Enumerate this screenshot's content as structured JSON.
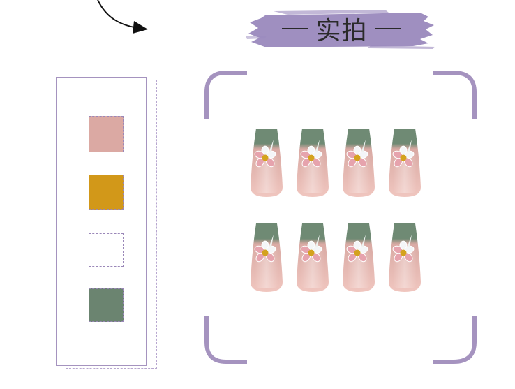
{
  "header": {
    "title": "实拍",
    "title_dash": "—"
  },
  "colors": {
    "accent": "#a593bf",
    "brush": "#9a89bd",
    "swatches": [
      "#dba9a3",
      "#d29819",
      "#ffffff",
      "#6b8470"
    ],
    "nail_green": "#6f8a74",
    "nail_pink": "#eab7b0",
    "flower_center": "#d4a21e",
    "flower_petal": "#f4f6f8",
    "flower_accent": "#e6a3ad"
  },
  "palette": {
    "swatch_names": [
      "dusty-pink",
      "mustard-yellow",
      "white",
      "sage-green"
    ]
  },
  "icons": [
    "curved-arrow-icon",
    "corner-bracket-frame"
  ],
  "nails": {
    "rows": 2,
    "per_row": 4
  }
}
